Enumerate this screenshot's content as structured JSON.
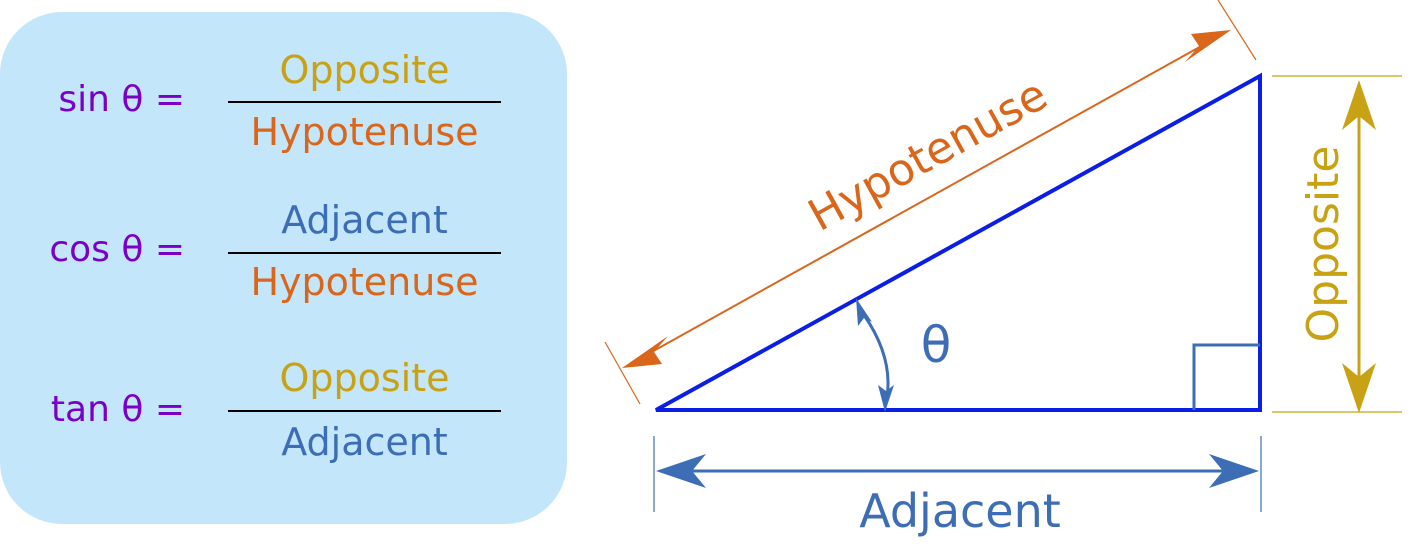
{
  "colors": {
    "purple": "#7a00c8",
    "opposite": "#c8a214",
    "hypotenuse": "#d9661a",
    "adjacent": "#3d6db5",
    "triangle": "#0a1ee6",
    "panel": "#c4e6fb"
  },
  "formulas": [
    {
      "label": "sin θ =",
      "numerator": "Opposite",
      "denominator": "Hypotenuse",
      "num_color": "#c8a214",
      "den_color": "#d9661a"
    },
    {
      "label": "cos θ =",
      "numerator": "Adjacent",
      "denominator": "Hypotenuse",
      "num_color": "#3d6db5",
      "den_color": "#d9661a"
    },
    {
      "label": "tan θ =",
      "numerator": "Opposite",
      "denominator": "Adjacent",
      "num_color": "#c8a214",
      "den_color": "#3d6db5"
    }
  ],
  "diagram": {
    "hypotenuse_label": "Hypotenuse",
    "opposite_label": "Opposite",
    "adjacent_label": "Adjacent",
    "angle_label": "θ"
  }
}
